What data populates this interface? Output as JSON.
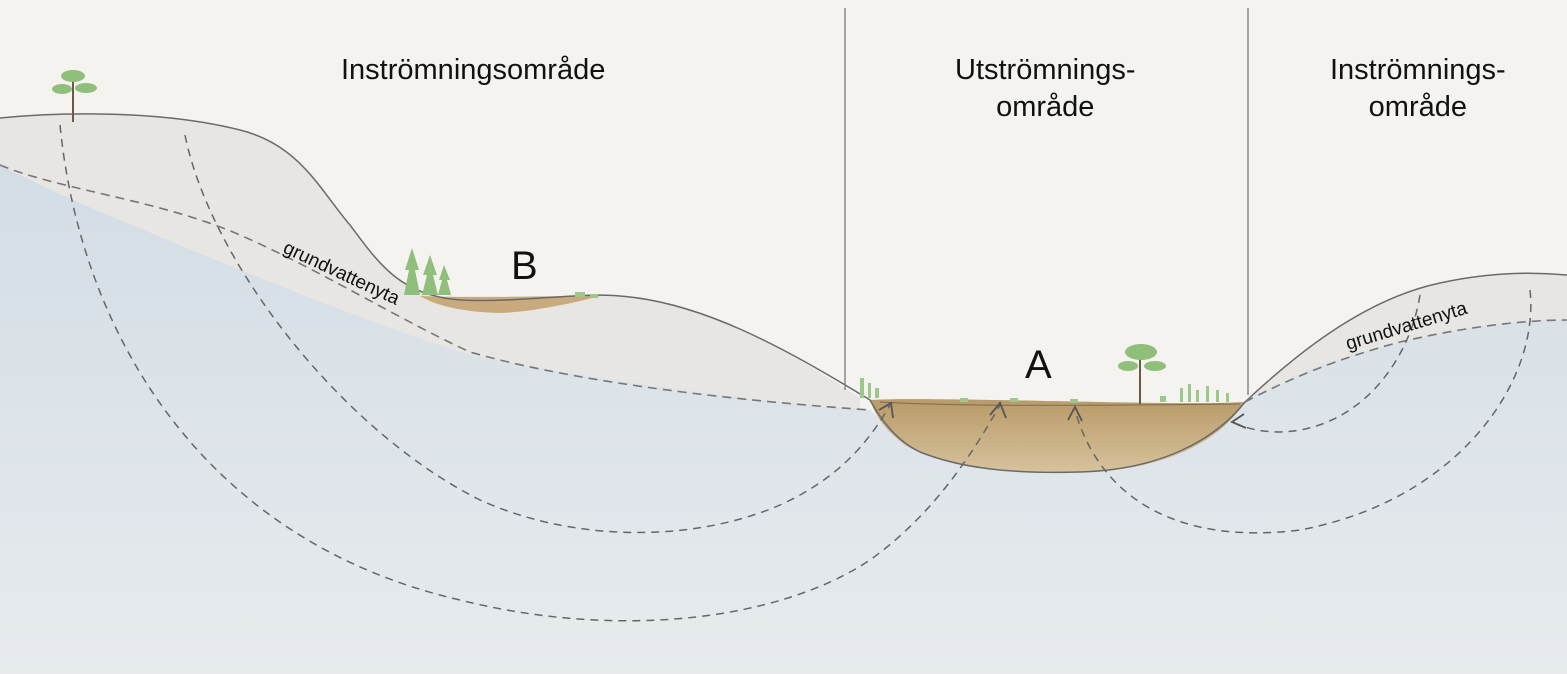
{
  "regions": {
    "left": {
      "line1": "Inströmningsområde"
    },
    "middle": {
      "line1": "Utströmnings-",
      "line2": "område"
    },
    "right": {
      "line1": "Inströmnings-",
      "line2": "område"
    }
  },
  "points": {
    "a": "A",
    "b": "B"
  },
  "water_table": {
    "left_label": "grundvattenyta",
    "right_label": "grundvattenyta"
  },
  "colors": {
    "paper": "#f4f3f0",
    "groundwater": "#d7e1e8",
    "soil": "#e8e6e1",
    "peat": "#c4a87b",
    "vegetation": "#8bbf78",
    "outline": "#666666"
  }
}
